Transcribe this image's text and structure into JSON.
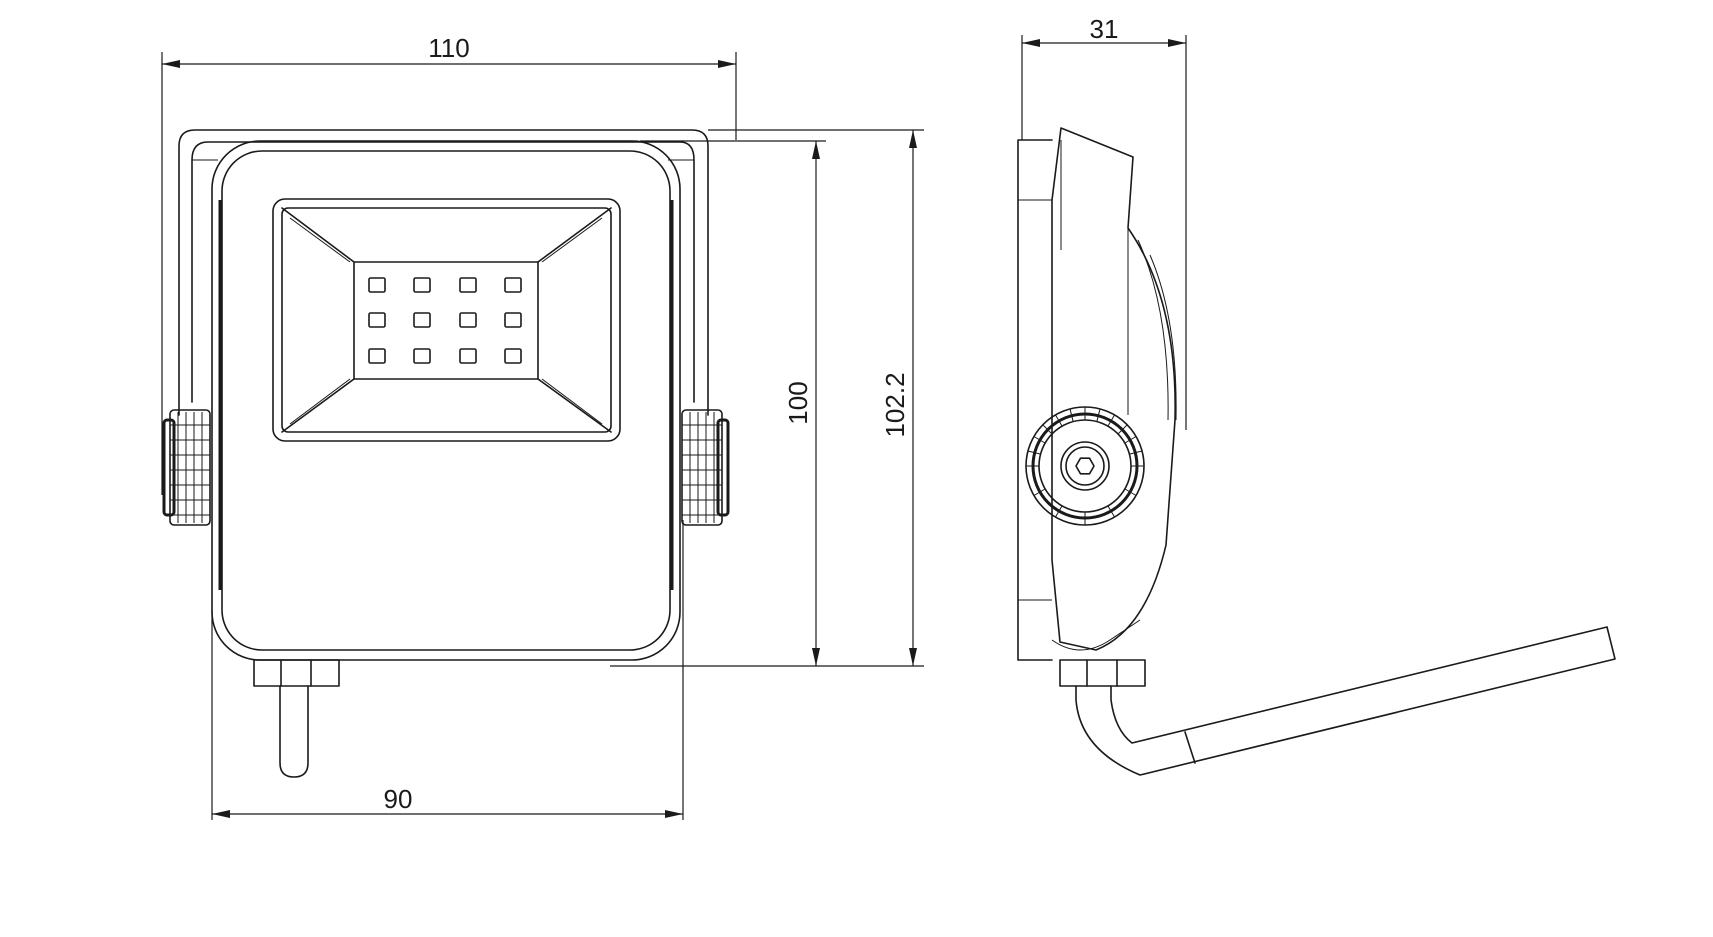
{
  "dimensions": {
    "overall_width": "110",
    "body_width": "90",
    "depth": "31",
    "body_height": "100",
    "overall_height": "102.2"
  }
}
